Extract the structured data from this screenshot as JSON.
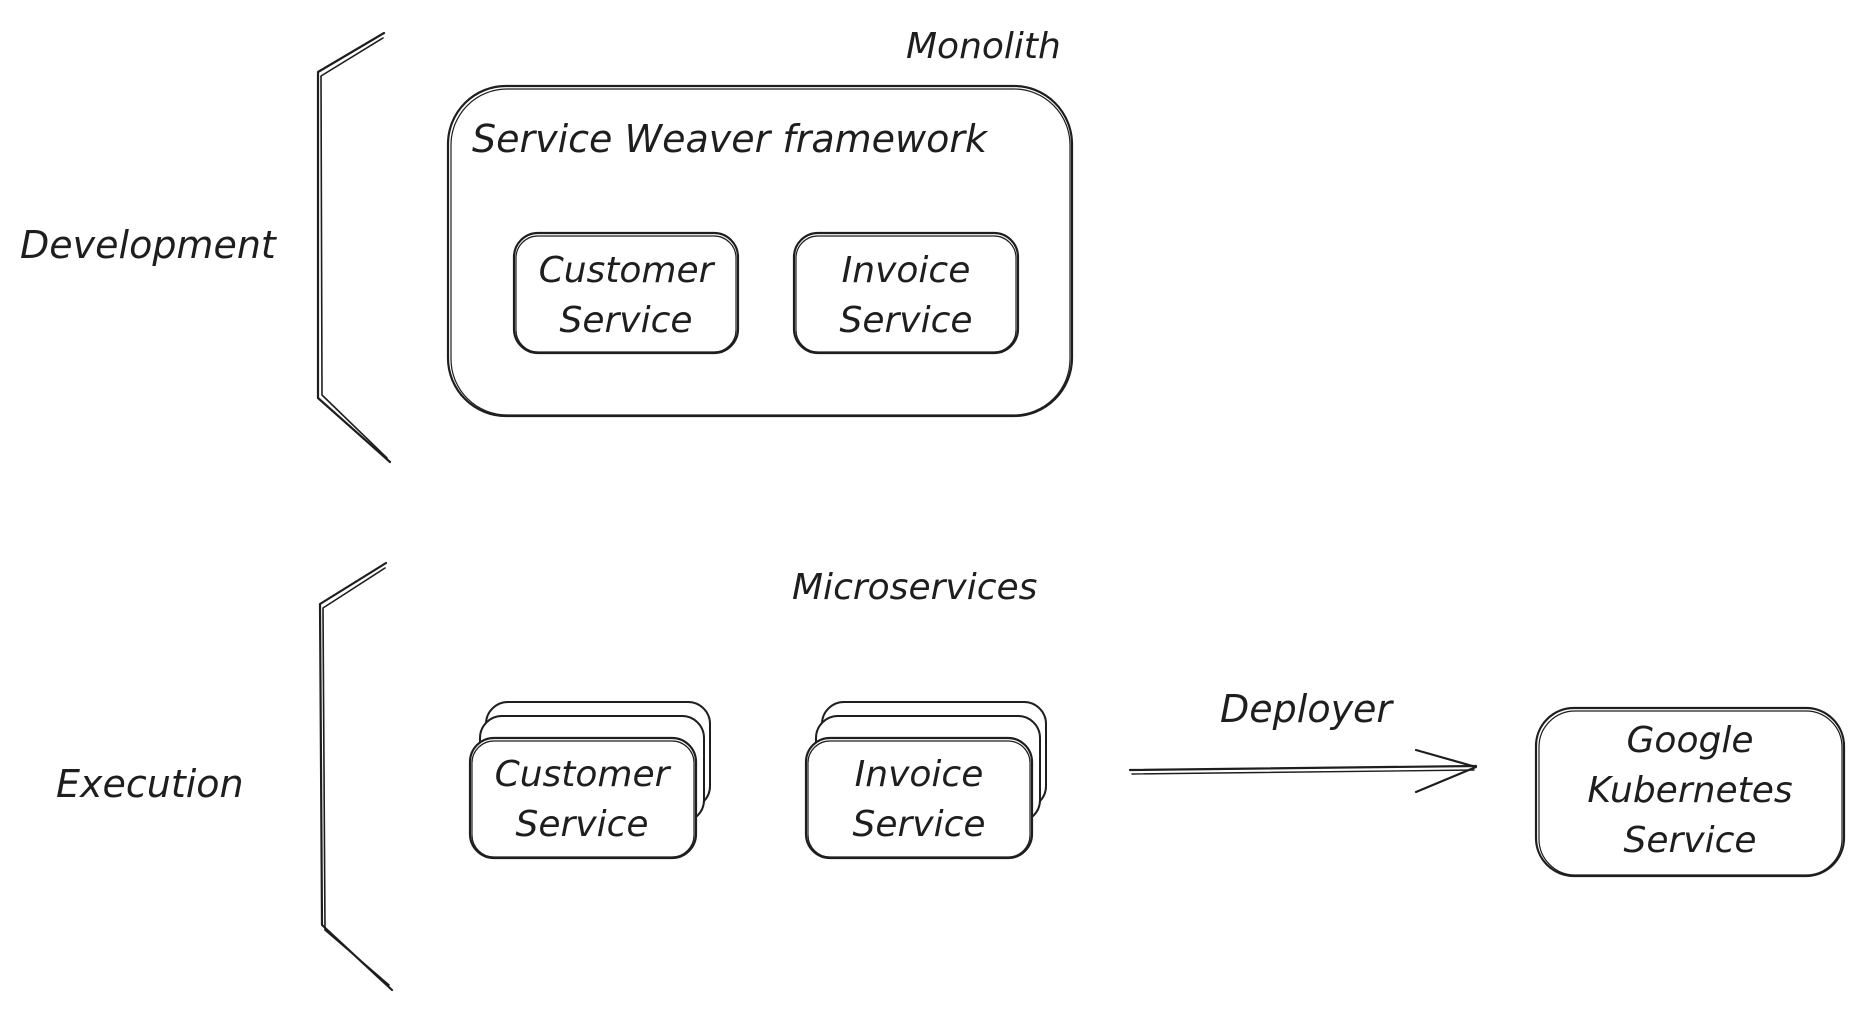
{
  "colors": {
    "ink": "#1e1e1e",
    "background": "#ffffff"
  },
  "labels": {
    "development": "Development",
    "execution": "Execution",
    "monolith": "Monolith",
    "microservices": "Microservices",
    "framework": "Service Weaver framework",
    "deployer": "Deployer"
  },
  "development": {
    "services": [
      {
        "line1": "Customer",
        "line2": "Service"
      },
      {
        "line1": "Invoice",
        "line2": "Service"
      }
    ]
  },
  "execution": {
    "services": [
      {
        "line1": "Customer",
        "line2": "Service"
      },
      {
        "line1": "Invoice",
        "line2": "Service"
      }
    ],
    "target": {
      "line1": "Google",
      "line2": "Kubernetes",
      "line3": "Service"
    }
  }
}
